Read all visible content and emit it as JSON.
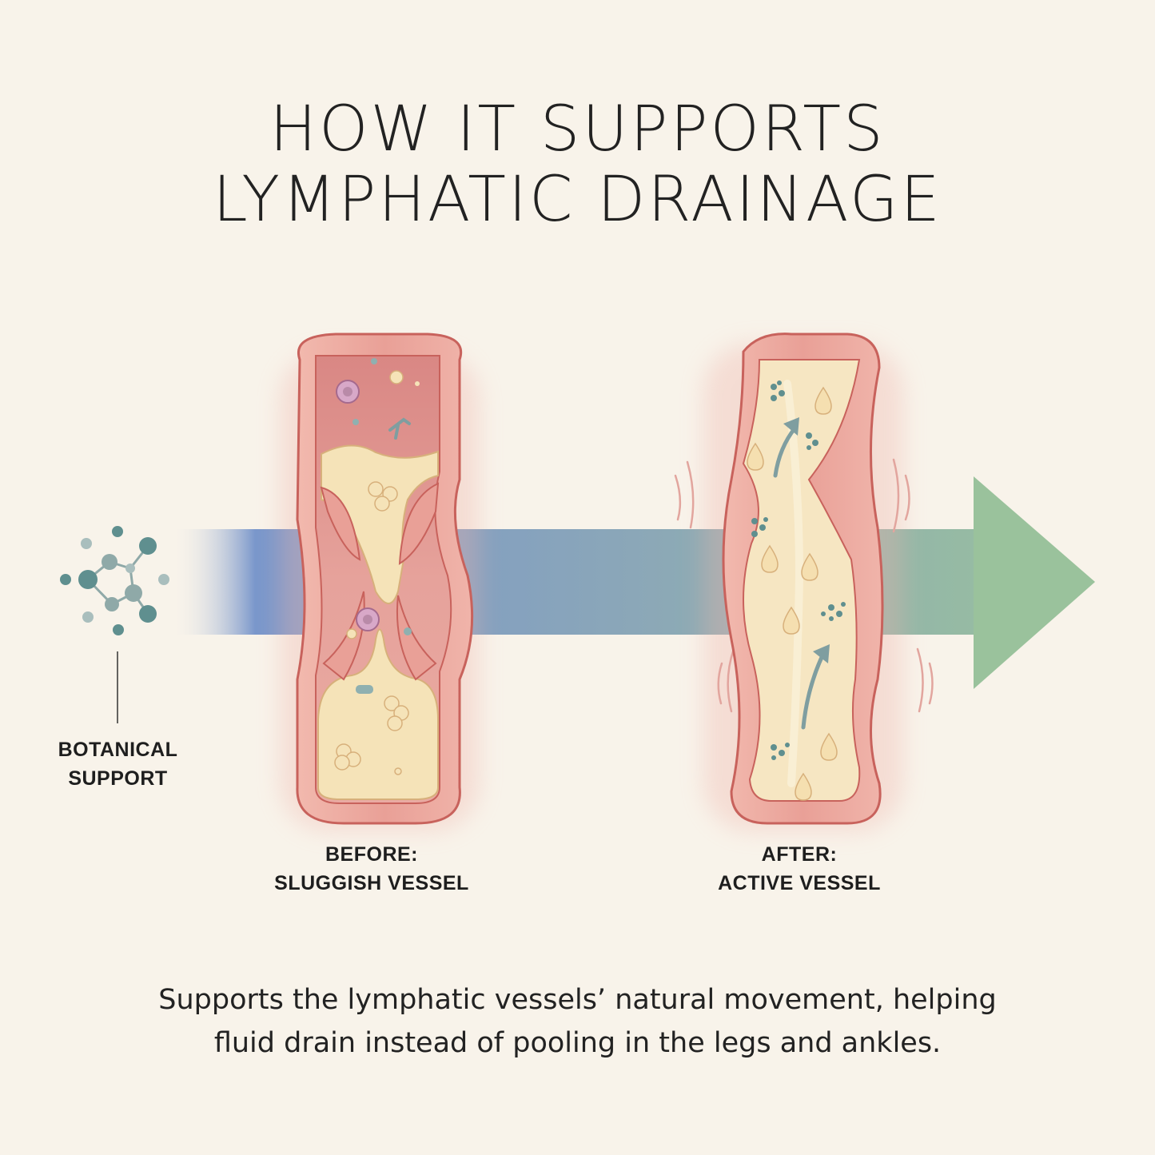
{
  "title": {
    "line1": "HOW IT SUPPORTS",
    "line2": "LYMPHATIC DRAINAGE"
  },
  "labels": {
    "botanical": {
      "line1": "BOTANICAL",
      "line2": "SUPPORT"
    },
    "before": {
      "line1": "BEFORE:",
      "line2": "SLUGGISH VESSEL"
    },
    "after": {
      "line1": "AFTER:",
      "line2": "ACTIVE VESSEL"
    }
  },
  "caption": {
    "line1": "Supports the lymphatic vessels’ natural movement, helping",
    "line2": "fluid drain instead of pooling in the legs and ankles."
  },
  "colors": {
    "background": "#f8f3ea",
    "vessel_wall": "#e8a39a",
    "vessel_outline": "#c8625c",
    "fluid": "#f5e3b8",
    "arrow_start": "#6f8fc8",
    "arrow_end": "#92bd94",
    "molecule": "#5f8f8f"
  },
  "icons": {
    "molecule": "molecule-cluster-icon",
    "flow": "flow-arrow-icon"
  }
}
